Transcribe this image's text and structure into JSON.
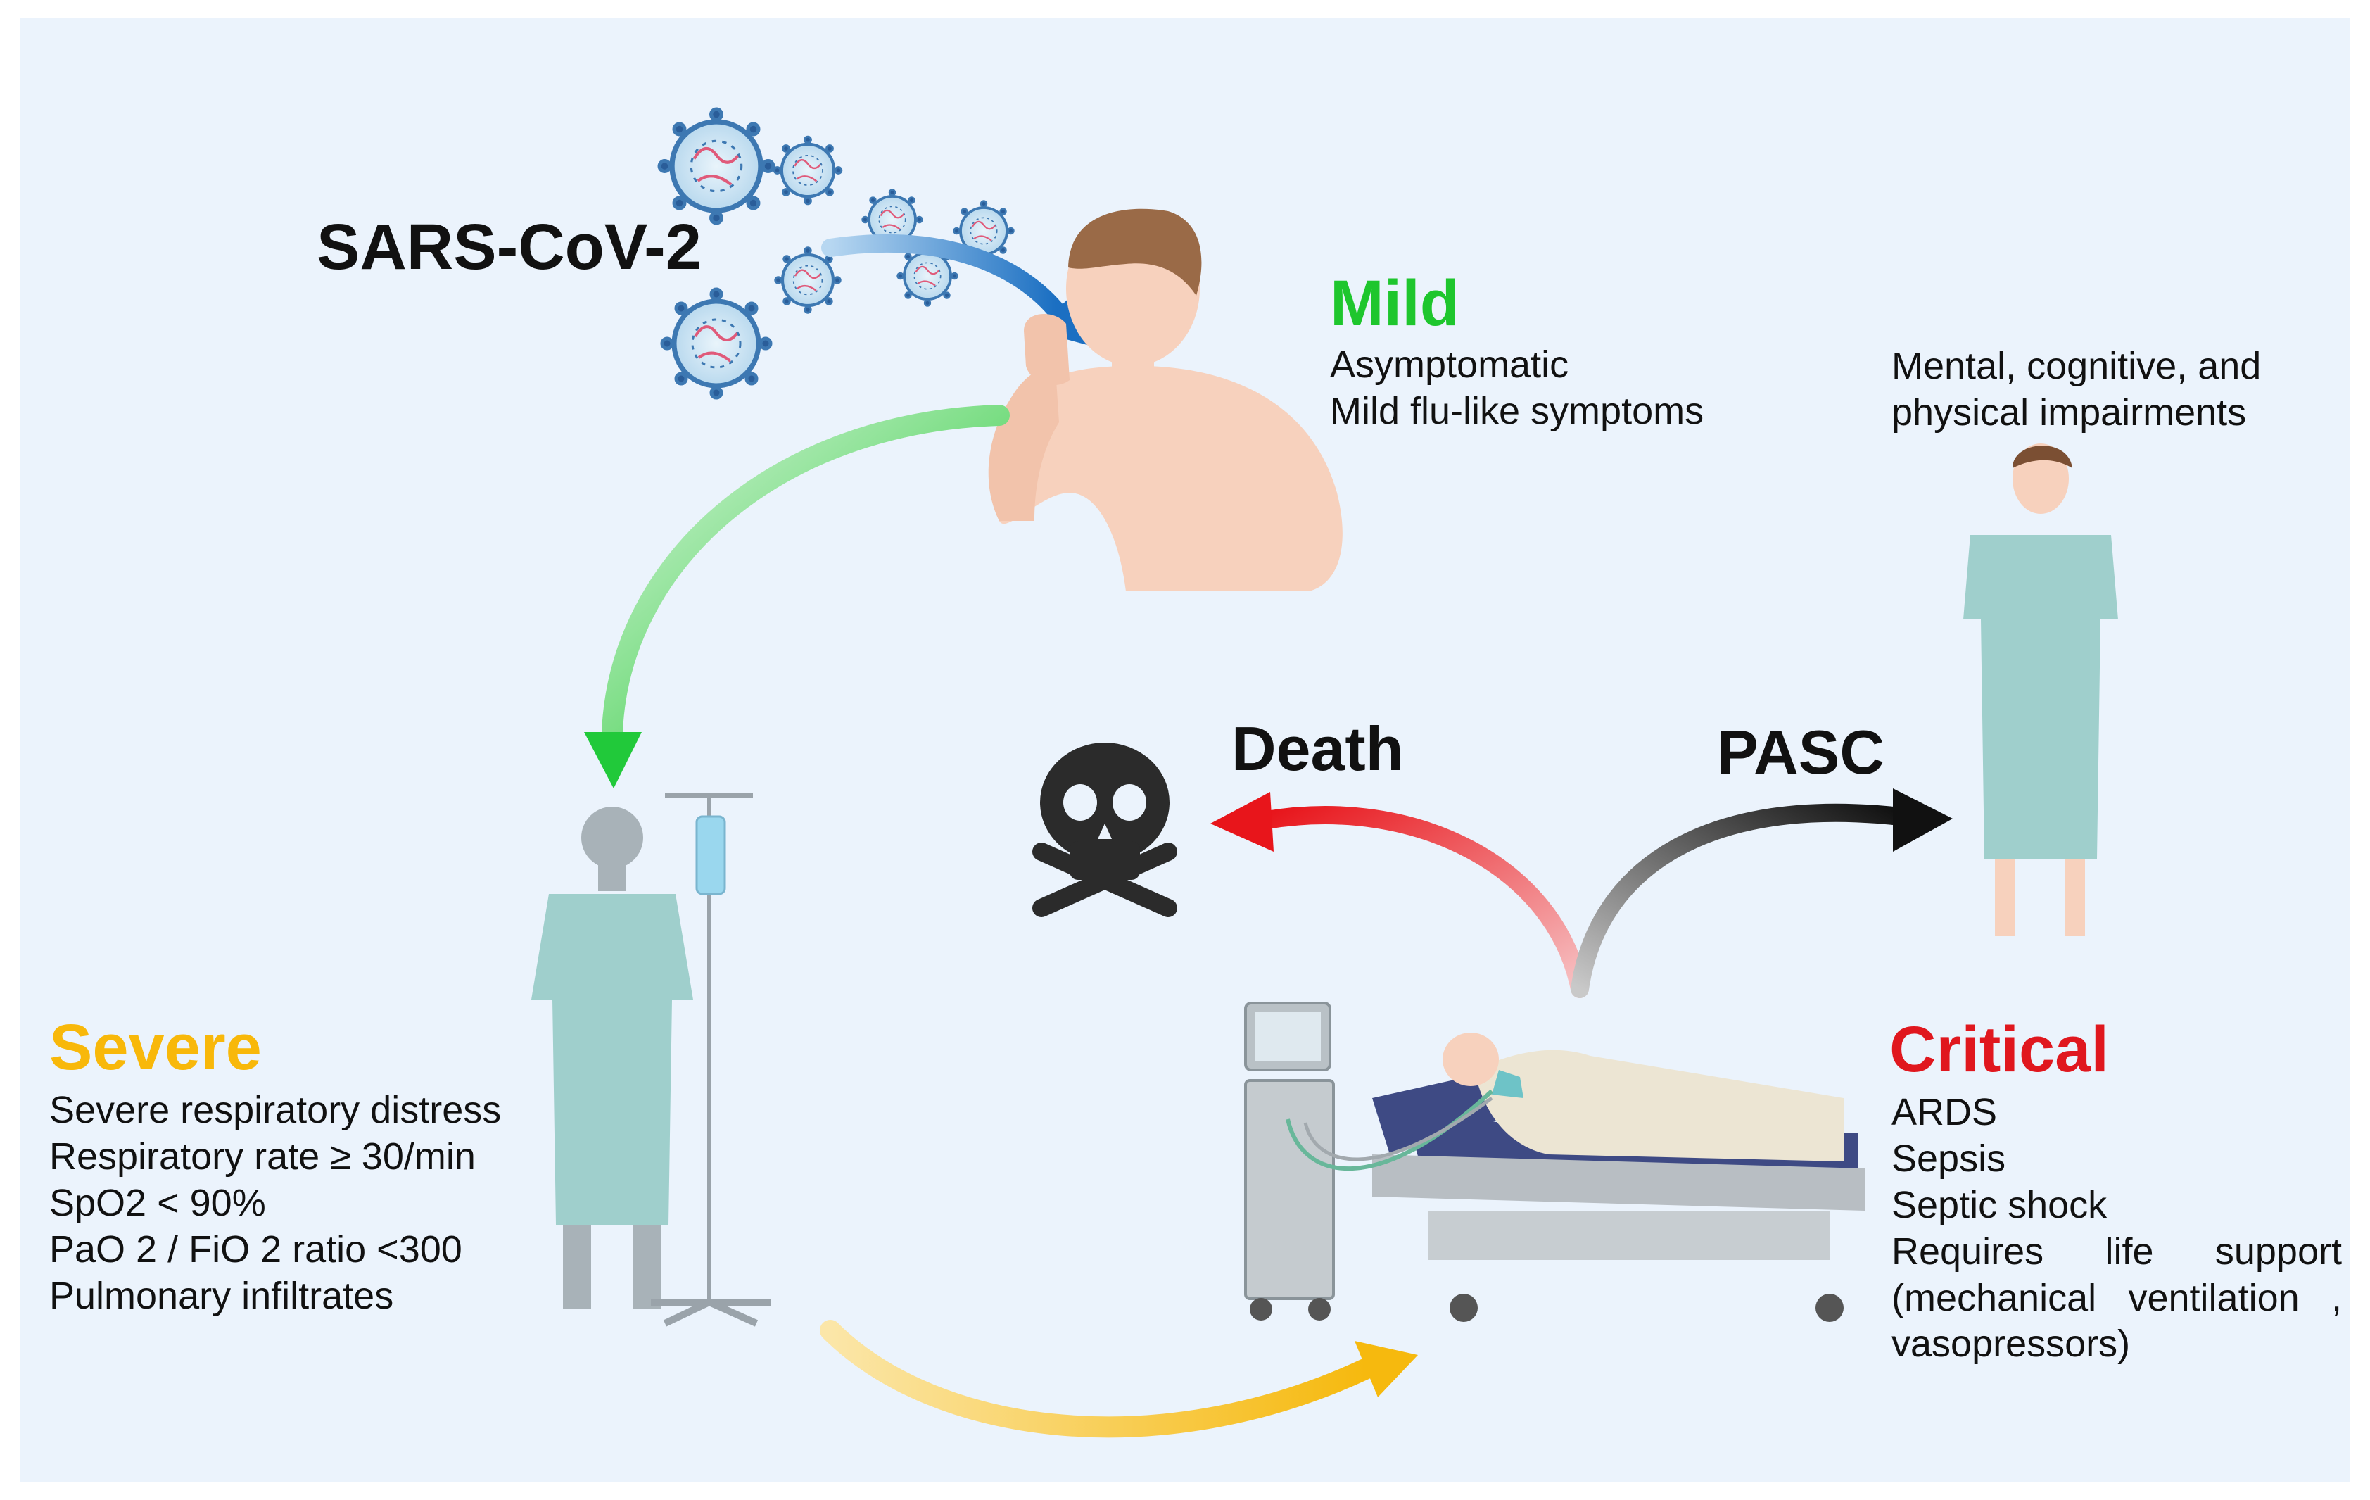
{
  "virus": {
    "label": "SARS-CoV-2"
  },
  "stages": {
    "mild": {
      "title": "Mild",
      "color": "#1ec62d",
      "lines": [
        "Asymptomatic",
        "Mild flu-like symptoms"
      ]
    },
    "severe": {
      "title": "Severe",
      "color": "#f8b80a",
      "lines": [
        "Severe respiratory distress",
        "Respiratory rate ≥ 30/min",
        "SpO2 < 90%",
        "PaO 2 / FiO 2 ratio <300",
        "Pulmonary infiltrates"
      ]
    },
    "critical": {
      "title": "Critical",
      "color": "#e0171e",
      "lines": [
        "ARDS",
        "Sepsis",
        "Septic shock"
      ],
      "support": {
        "w1": "Requires",
        "w2": "life",
        "w3": "support"
      },
      "vent": {
        "w1": "(mechanical",
        "w2": "ventilation",
        "w3": ","
      },
      "last": "vasopressors)"
    }
  },
  "outcomes": {
    "death": {
      "label": "Death",
      "color": "#e8151b"
    },
    "pasc": {
      "label": "PASC",
      "color": "#111111",
      "note_lines": [
        "Mental, cognitive, and",
        "physical impairments"
      ]
    }
  },
  "arrows": {
    "infection": "#1b6fc2",
    "mild_to_severe": "#21c93a",
    "severe_to_critical": "#f6b90e"
  },
  "icons": [
    "coronavirus-icon",
    "coughing-man-icon",
    "patient-with-iv-icon",
    "skull-crossbones-icon",
    "recovered-patient-icon",
    "icu-bed-ventilator-icon"
  ]
}
